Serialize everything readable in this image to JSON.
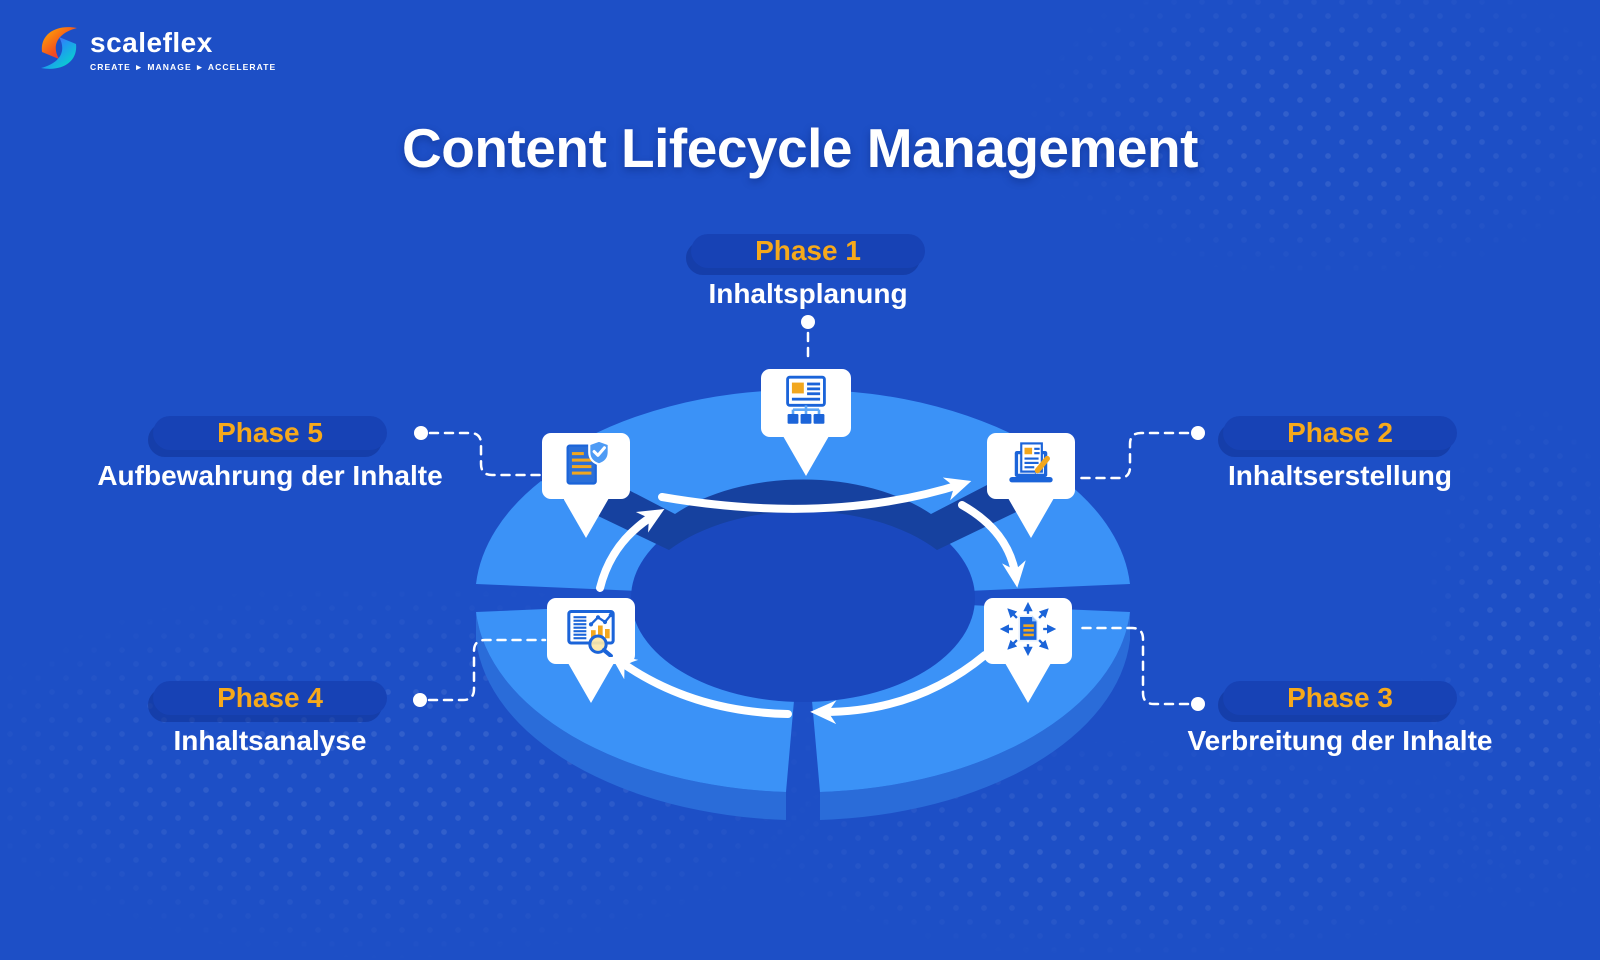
{
  "logo": {
    "name": "scaleflex",
    "tagline": "CREATE ► MANAGE ► ACCELERATE"
  },
  "title": "Content Lifecycle Management",
  "phases": [
    {
      "label": "Phase 1",
      "name": "Inhaltsplanung",
      "position": "top",
      "icon": "content-planning-sitemap-icon"
    },
    {
      "label": "Phase 2",
      "name": "Inhaltserstellung",
      "position": "right-top",
      "icon": "content-creation-laptop-pencil-icon"
    },
    {
      "label": "Phase 3",
      "name": "Verbreitung der Inhalte",
      "position": "right-bottom",
      "icon": "content-distribution-share-icon"
    },
    {
      "label": "Phase 4",
      "name": "Inhaltsanalyse",
      "position": "left-bottom",
      "icon": "content-analysis-chart-magnifier-icon"
    },
    {
      "label": "Phase 5",
      "name": "Aufbewahrung der Inhalte",
      "position": "left-top",
      "icon": "content-retention-shield-document-icon"
    }
  ],
  "diagram": {
    "type": "cycle",
    "segments": 5,
    "direction": "clockwise"
  },
  "colors": {
    "background": "#1D4FC6",
    "ring_top": "#3B92F7",
    "ring_side": "#2A6CD9",
    "ring_hole": "#1A48BE",
    "wedge_shadow": "#16419F",
    "pill_background": "#1742B5",
    "accent_yellow": "#F6A91B",
    "icon_blue": "#1B64D9",
    "icon_orange": "#F2A71E",
    "white": "#FFFFFF"
  }
}
